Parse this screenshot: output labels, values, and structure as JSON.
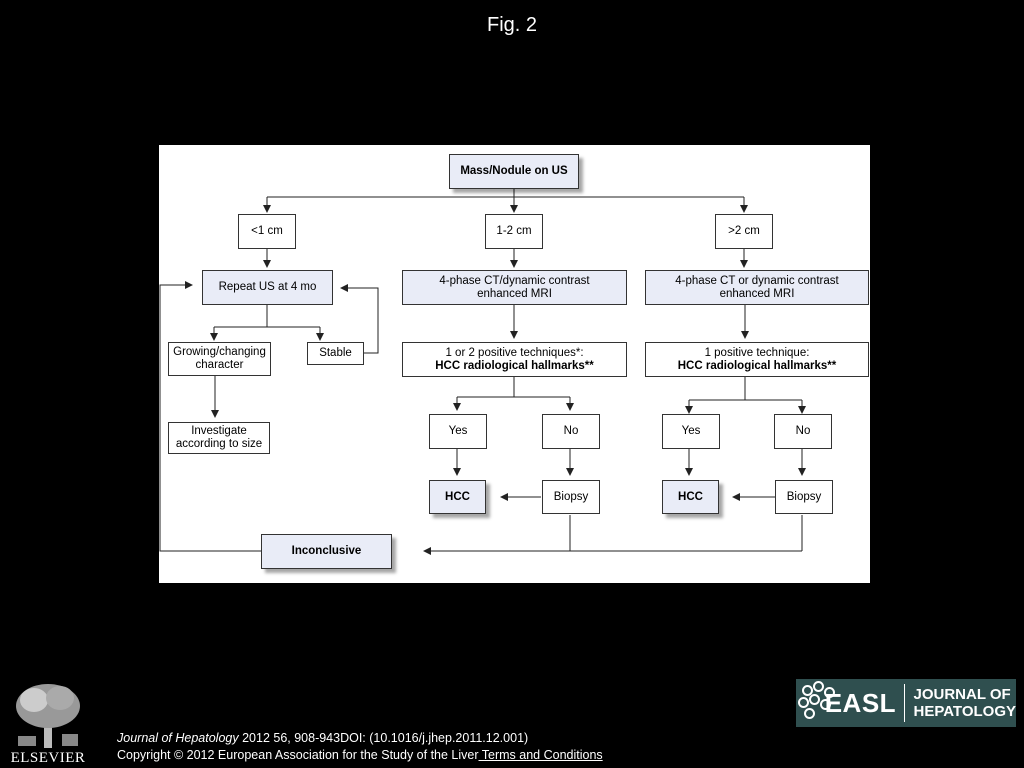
{
  "slide_title": "Fig. 2",
  "flowchart": {
    "mass_nodule": "Mass/Nodule on US",
    "branch_lt1": "<1 cm",
    "branch_1to2": "1-2 cm",
    "branch_gt2": ">2 cm",
    "repeat_us": "Repeat US at 4 mo",
    "growing": "Growing/changing character",
    "stable": "Stable",
    "investigate": "Investigate according to size",
    "ct_mri_1to2": "4-phase CT/dynamic contrast enhanced MRI",
    "ct_mri_gt2": "4-phase CT or dynamic contrast enhanced MRI",
    "criteria_1to2_line1": "1 or 2 positive techniques*:",
    "criteria_1to2_line2": "HCC radiological hallmarks**",
    "criteria_gt2_line1": "1 positive technique:",
    "criteria_gt2_line2": "HCC radiological hallmarks**",
    "yes": "Yes",
    "no": "No",
    "hcc": "HCC",
    "biopsy": "Biopsy",
    "inconclusive": "Inconclusive"
  },
  "footer": {
    "publisher_logo": "ELSEVIER",
    "journal": "Journal of Hepatology",
    "citation": " 2012 56, 908-943DOI: (10.1016/j.jhep.2011.12.001)",
    "copyright": "Copyright © 2012 European Association for the Study of the Liver",
    "terms_link": " Terms and Conditions",
    "easl_word": "EASL",
    "journal_logo_line1": "JOURNAL OF",
    "journal_logo_line2": "HEPATOLOGY"
  },
  "colors": {
    "box_fill_highlight": "#e9ecf7",
    "background": "#000000",
    "logo_bg": "#2f4f4f"
  }
}
